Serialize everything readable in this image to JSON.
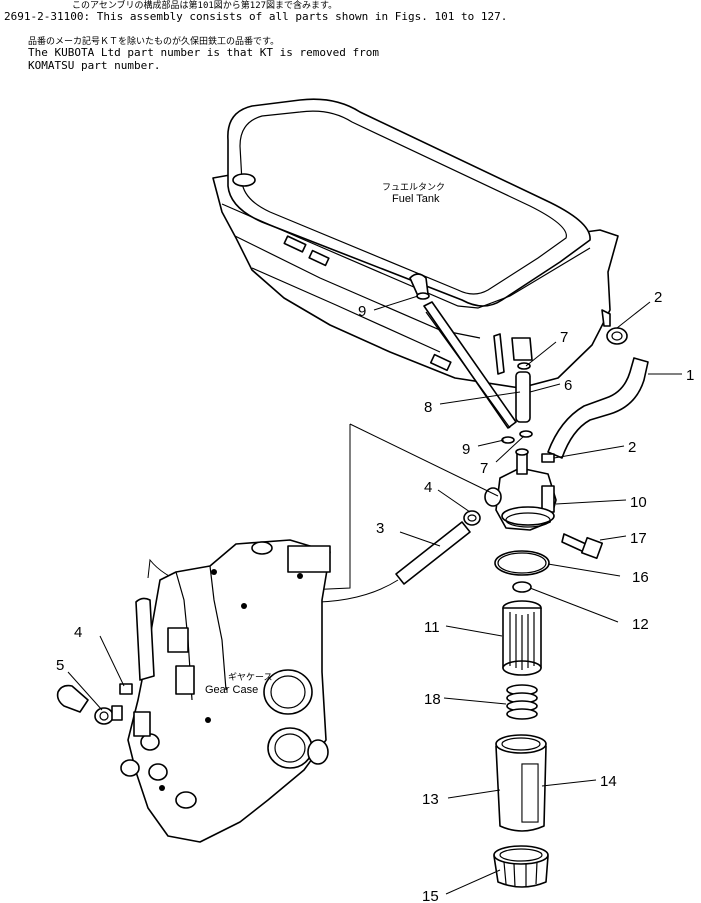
{
  "header": {
    "jp_line1": "このアセンブリの構成部品は第101図から第127図まで含みます。",
    "en_line1": "2691-2-31100: This assembly consists of all parts shown in Figs. 101 to 127.",
    "jp_line2": "品番のメーカ記号ＫＴを除いたものが久保田鉄工の品番です。",
    "en_line2": "The KUBOTA Ltd part number is that KT is removed from",
    "en_line3": "KOMATSU part number."
  },
  "labels": {
    "fuel_tank_jp": "フュエルタンク",
    "fuel_tank_en": "Fuel Tank",
    "gear_case_jp": "ギヤケース",
    "gear_case_en": "Gear Case"
  },
  "callouts": {
    "c1": "1",
    "c2a": "2",
    "c2b": "2",
    "c3": "3",
    "c4a": "4",
    "c4b": "4",
    "c5": "5",
    "c6": "6",
    "c7a": "7",
    "c7b": "7",
    "c8": "8",
    "c9a": "9",
    "c9b": "9",
    "c10": "10",
    "c11": "11",
    "c12": "12",
    "c13": "13",
    "c14": "14",
    "c15": "15",
    "c16": "16",
    "c17": "17",
    "c18": "18"
  }
}
